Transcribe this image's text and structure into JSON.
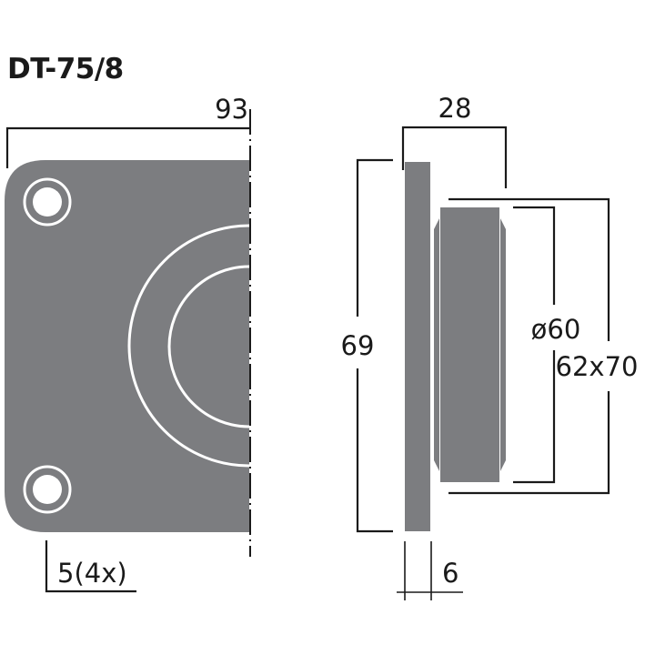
{
  "title": "DT-75/8",
  "front_view": {
    "width_label": "93",
    "hole_label": "5(4x)"
  },
  "side_view": {
    "depth_label": "28",
    "height_label": "69",
    "diameter_label": "ø60",
    "flange_size_label": "62x70",
    "flange_thickness_label": "6"
  },
  "colors": {
    "body": "#7c7d80",
    "line": "#1a1a1a",
    "background": "#ffffff"
  }
}
